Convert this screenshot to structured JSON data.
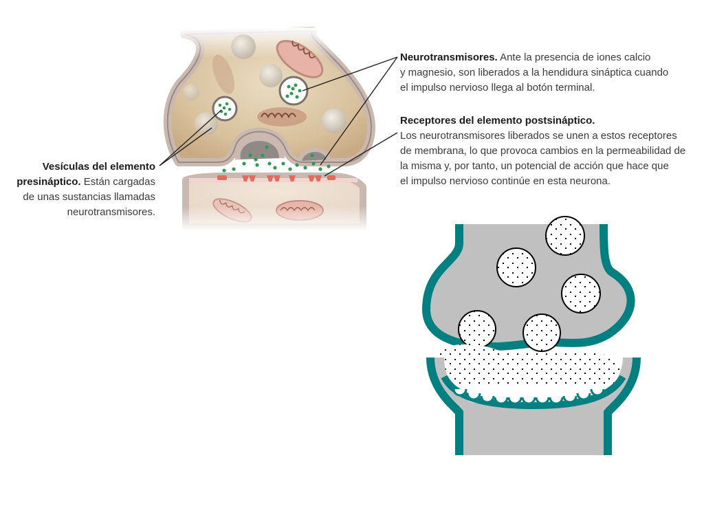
{
  "labels": {
    "neurotransmisores": {
      "title": "Neurotransmisores.",
      "lines": [
        "Ante la presencia de iones calcio",
        "y magnesio, son liberados  a la hendidura sináptica cuando",
        "el impulso nervioso llega al botón terminal."
      ]
    },
    "receptores": {
      "title": "Receptores del elemento postsináptico.",
      "lines": [
        "Los neurotransmisores liberados se unen a estos receptores",
        "de membrana, lo que provoca cambios en la permeabilidad de",
        "la misma y, por tanto, un potencial de acción que hace que",
        "el impulso nervioso continúe en esta neurona."
      ]
    },
    "vesiculas": {
      "title_line1": "Vesículas del elemento",
      "title_line2": "presináptico.",
      "line2_rest": "Están cargadas",
      "lines": [
        "de unas sustancias llamadas",
        "neurotransmisores."
      ]
    }
  },
  "colors": {
    "teal": "#008080",
    "gray": "#c0c0c0",
    "neurotransmitter_green": "#2e9a55",
    "receptor_red": "#e46a5e",
    "presynaptic_fill": "#dcc8a6",
    "membrane_pink": "#f1d4d0"
  }
}
